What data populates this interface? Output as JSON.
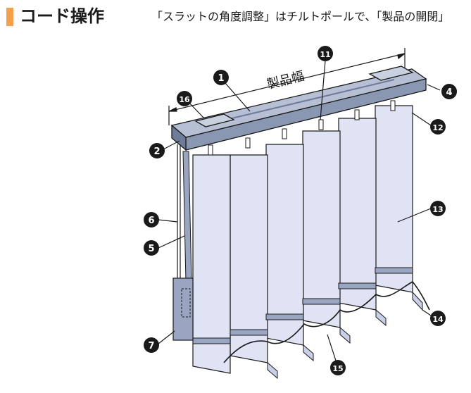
{
  "header": {
    "title": "コード操作",
    "description": "「スラットの角度調整」はチルトポールで、「製品の開閉」"
  },
  "diagram": {
    "width_label": "製品幅",
    "callouts": [
      "1",
      "2",
      "4",
      "5",
      "6",
      "7",
      "11",
      "12",
      "13",
      "14",
      "15",
      "16"
    ]
  },
  "colors": {
    "accent": "#f5a04a",
    "slat_fill": "#dfe3f3",
    "rail_fill": "#8a97b3",
    "outline": "#1a1a1a"
  }
}
